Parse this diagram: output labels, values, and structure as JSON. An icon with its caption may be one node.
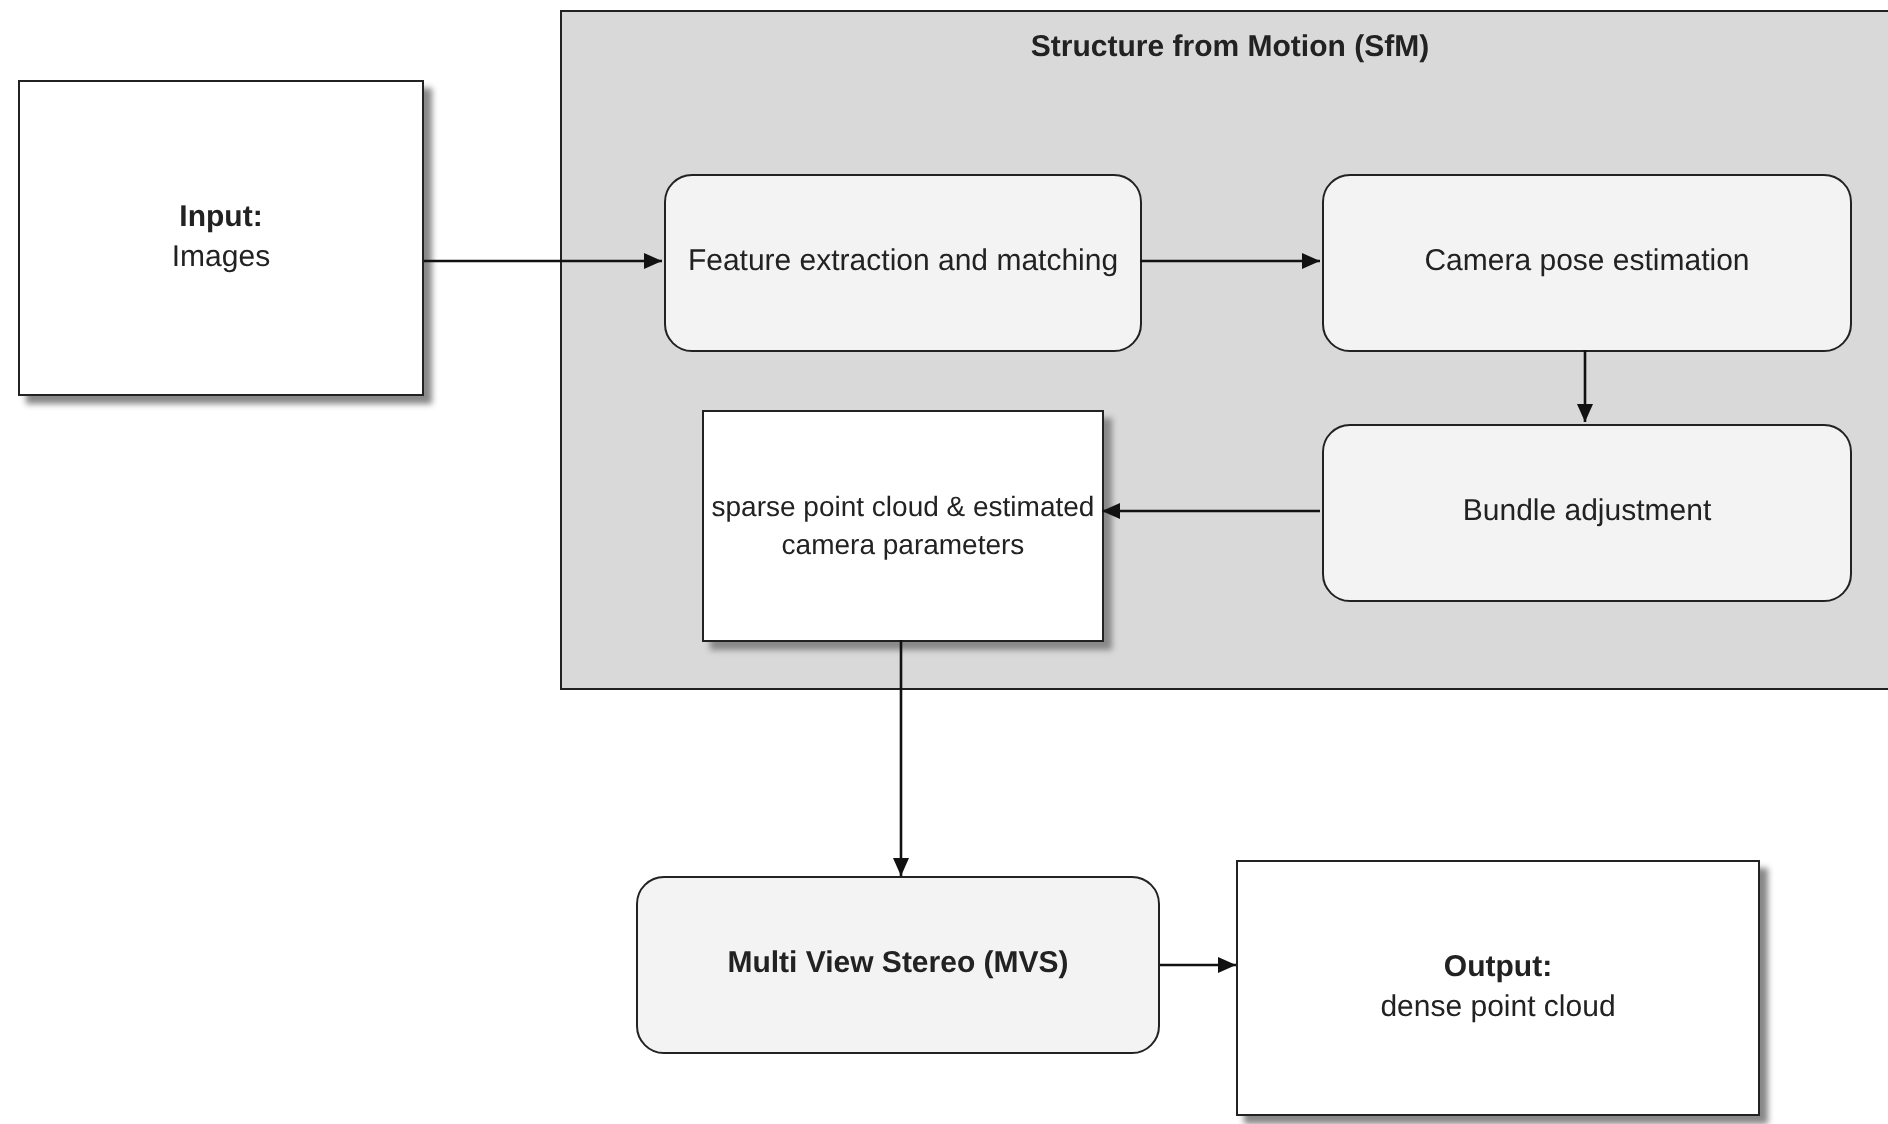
{
  "diagram": {
    "nodes": [
      {
        "text": [
          "Input:",
          "Images"
        ]
      },
      {
        "text": [
          "Structure from Motion (SfM)"
        ]
      },
      {
        "text": [
          "Feature extraction and matching"
        ],
        "in": 1
      },
      {
        "text": [
          "Camera pose estimation"
        ],
        "in": 1
      },
      {
        "text": [
          "Bundle adjustment"
        ],
        "in": 1
      },
      {
        "text": [
          "sparse point cloud & estimated camera parameters"
        ],
        "in": 1
      },
      {
        "text": [
          "Multi View Stereo (MVS)"
        ]
      },
      {
        "text": [
          "Output:",
          "dense point cloud"
        ]
      }
    ],
    "edges": [
      {
        "from": 0,
        "to": 2,
        "arrow": "to"
      },
      {
        "from": 2,
        "to": 3,
        "arrow": "to"
      },
      {
        "from": 3,
        "to": 4,
        "arrow": "to"
      },
      {
        "from": 4,
        "to": 5,
        "arrow": "to"
      },
      {
        "from": 5,
        "to": 6,
        "arrow": "to"
      },
      {
        "from": 6,
        "to": 7,
        "arrow": "to"
      }
    ]
  }
}
